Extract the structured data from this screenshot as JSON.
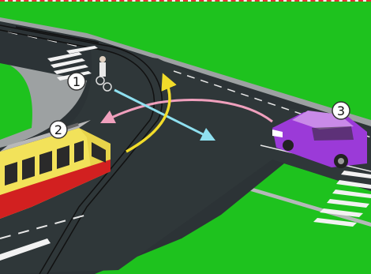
{
  "scene": {
    "description_markers": [
      {
        "number": "1",
        "subject": "cyclist"
      },
      {
        "number": "2",
        "subject": "tram"
      },
      {
        "number": "3",
        "subject": "car"
      }
    ],
    "colors": {
      "grass": "#1ec21e",
      "road": "#2c3336",
      "sidewalk": "#9da1a2",
      "arrow_cyclist": "#8fe0f0",
      "arrow_tram": "#f2dc2a",
      "arrow_car": "#f0a0bd",
      "tram_body": "#f2e25a",
      "car_body": "#9b3ad8"
    }
  }
}
